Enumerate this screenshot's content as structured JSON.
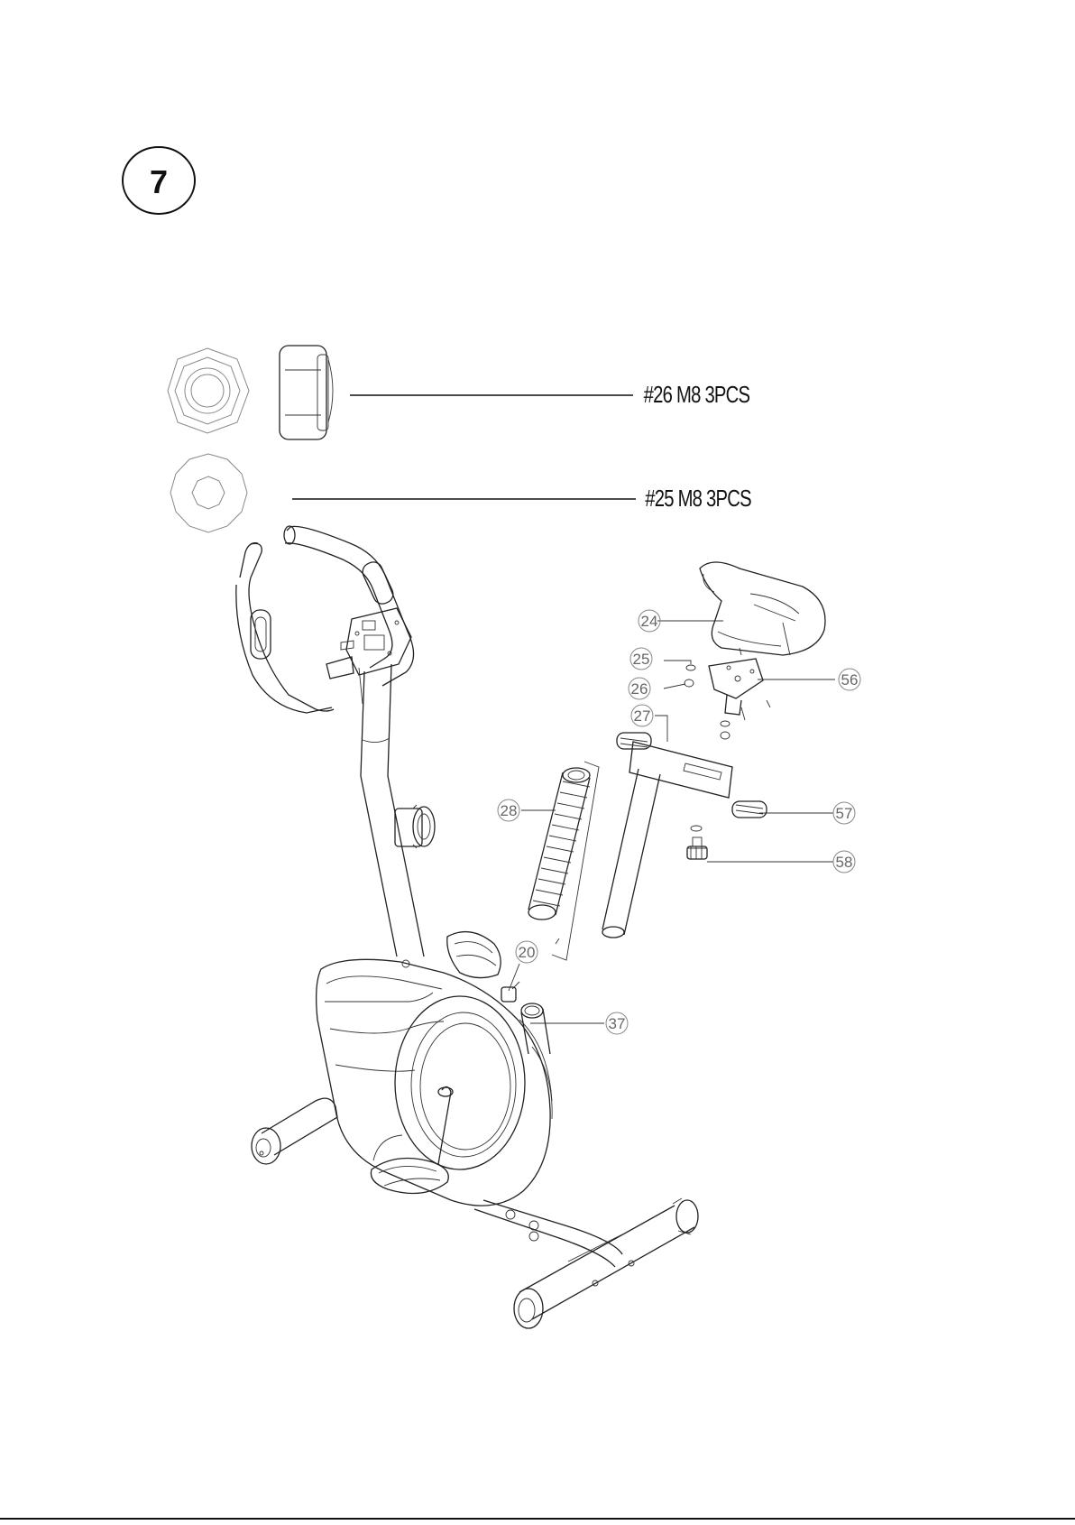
{
  "step": {
    "number": "7"
  },
  "hardware": [
    {
      "id": "nut",
      "label": "#26 M8 3PCS"
    },
    {
      "id": "washer",
      "label": "#25 M8 3PCS"
    }
  ],
  "callouts": [
    {
      "id": "24",
      "text": "24"
    },
    {
      "id": "25",
      "text": "25"
    },
    {
      "id": "26",
      "text": "26"
    },
    {
      "id": "27",
      "text": "27"
    },
    {
      "id": "28",
      "text": "28"
    },
    {
      "id": "20",
      "text": "20"
    },
    {
      "id": "37",
      "text": "37"
    },
    {
      "id": "56",
      "text": "56"
    },
    {
      "id": "57",
      "text": "57"
    },
    {
      "id": "58",
      "text": "58"
    }
  ]
}
